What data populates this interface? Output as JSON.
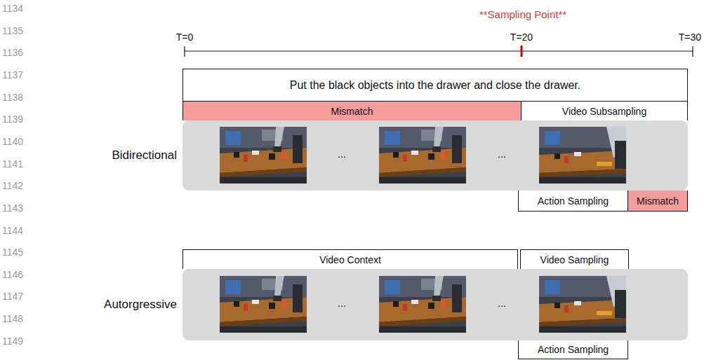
{
  "diagram": {
    "nodes": [
      {
        "text": [
          "Put the black objects into the drawer and close the drawer."
        ]
      },
      {
        "text": [
          "Mismatch"
        ]
      },
      {
        "text": [
          "Video Subsampling"
        ]
      },
      {
        "text": [
          "Bidirectional",
          "...",
          "..."
        ]
      },
      {
        "text": [
          "Action Sampling"
        ]
      },
      {
        "text": [
          "Mismatch"
        ]
      },
      {
        "text": [
          "Video Context"
        ]
      },
      {
        "text": [
          "Video Sampling"
        ]
      },
      {
        "text": [
          "Autorgressive",
          "...",
          "..."
        ]
      },
      {
        "text": [
          "Action Sampling"
        ]
      }
    ],
    "edges": [],
    "labels": [
      "1134",
      "1135",
      "1136",
      "1137",
      "1138",
      "1139",
      "1140",
      "1141",
      "1142",
      "1143",
      "1144",
      "1145",
      "1146",
      "1147",
      "1148",
      "1149",
      "**Sampling Point**",
      "T=0",
      "T=20",
      "T=30"
    ]
  }
}
